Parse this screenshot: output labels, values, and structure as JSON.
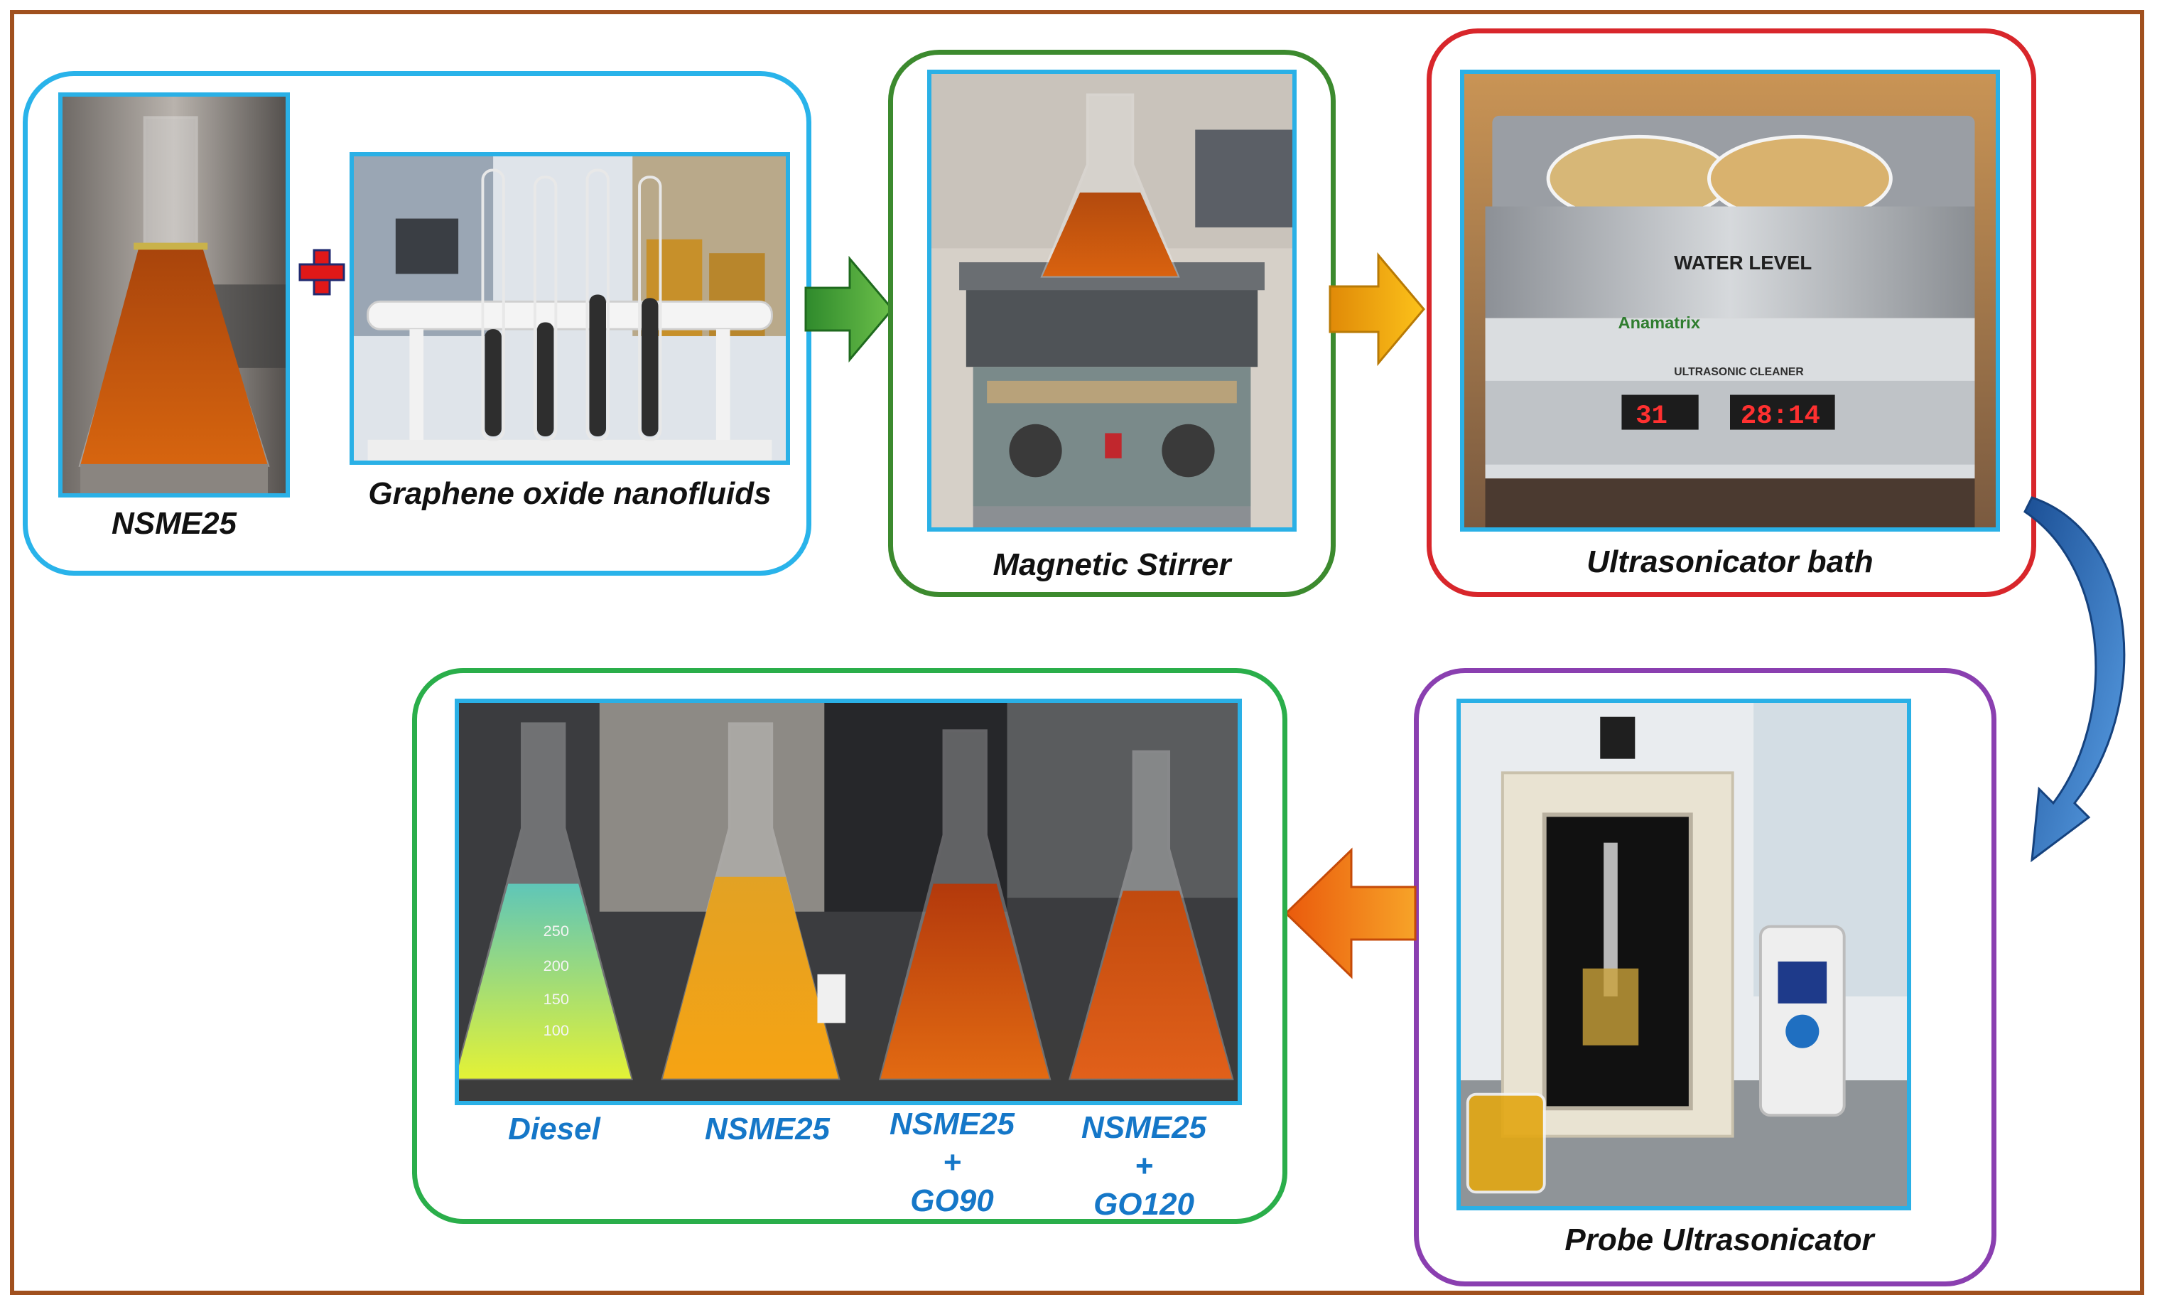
{
  "steps": {
    "step1": {
      "label_oil": "NSME25",
      "label_nano": "Graphene oxide nanofluids",
      "border": "#29b3ea"
    },
    "step2": {
      "label": "Magnetic Stirrer",
      "border": "#3c8a2e"
    },
    "step3": {
      "label": "Ultrasonicator bath",
      "border": "#d8262b"
    },
    "step4": {
      "label": "Probe Ultrasonicator",
      "border": "#8a3fb0"
    },
    "step5": {
      "border": "#2aae4a",
      "samples": [
        {
          "lines": [
            "Diesel"
          ]
        },
        {
          "lines": [
            "NSME25"
          ]
        },
        {
          "lines": [
            "NSME25",
            "+",
            "GO90"
          ]
        },
        {
          "lines": [
            "NSME25",
            "+",
            "GO120"
          ]
        }
      ]
    }
  },
  "photo_text": {
    "water_level": "WATER LEVEL",
    "brand": "Anamatrix",
    "cleaner": "ULTRASONIC CLEANER",
    "display_left": "31",
    "display_right": "28:14",
    "flask_marks": [
      "250",
      "200",
      "150",
      "100"
    ]
  },
  "colors": {
    "frame": "#a0501e",
    "photo_border": "#2ab0e6",
    "arrow_green": "#3aa335",
    "arrow_orange": "#f0a010",
    "arrow_blue": "#1e5fa8",
    "arrow_red_orange": "#f06a10",
    "sample_label": "#1577c8"
  },
  "icons": [
    "plus-icon",
    "flow-arrow-icon"
  ]
}
